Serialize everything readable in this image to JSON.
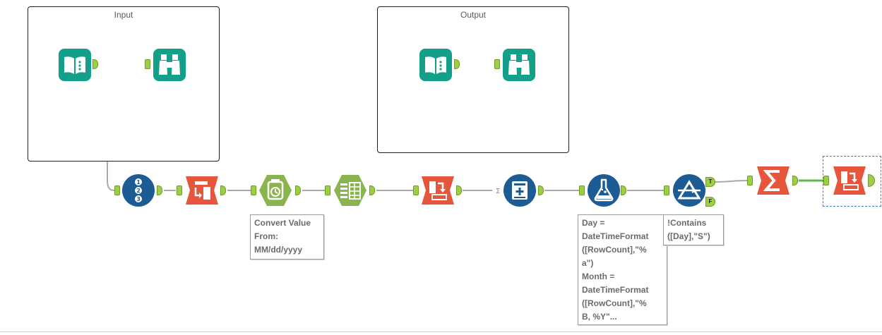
{
  "containers": {
    "input": {
      "title": "Input"
    },
    "output": {
      "title": "Output"
    }
  },
  "annotations": {
    "datetime": "Convert Value\nFrom:\nMM/dd/yyyy",
    "formula": "Day =\nDateTimeFormat\n([RowCount],\"%\na\")\nMonth =\nDateTimeFormat\n([RowCount],\"%\nB, %Y\"...",
    "filter": "!Contains\n([Day],\"S\")"
  },
  "filter_anchors": {
    "true_label": "T",
    "false_label": "F"
  },
  "colors": {
    "input_output": "#13a08a",
    "preparation": "#1d5b94",
    "transform": "#e5563d",
    "parse": "#8ab44d",
    "wire": "#a9a9a9",
    "selected_wire": "#58b947"
  },
  "tools": [
    {
      "id": "input-data-1",
      "icon": "book-icon"
    },
    {
      "id": "browse-1",
      "icon": "binoculars-icon"
    },
    {
      "id": "input-data-2",
      "icon": "book-icon"
    },
    {
      "id": "browse-2",
      "icon": "binoculars-icon"
    },
    {
      "id": "record-id",
      "icon": "numbered-list-icon"
    },
    {
      "id": "transpose",
      "icon": "transpose-icon"
    },
    {
      "id": "datetime",
      "icon": "clock-icon"
    },
    {
      "id": "text-to-columns",
      "icon": "columns-icon"
    },
    {
      "id": "cross-tab",
      "icon": "crosstab-icon"
    },
    {
      "id": "append-fields",
      "icon": "append-icon"
    },
    {
      "id": "formula",
      "icon": "flask-icon"
    },
    {
      "id": "filter",
      "icon": "filter-icon"
    },
    {
      "id": "summarize",
      "icon": "sigma-icon"
    },
    {
      "id": "cross-tab-2",
      "icon": "crosstab-icon"
    }
  ]
}
